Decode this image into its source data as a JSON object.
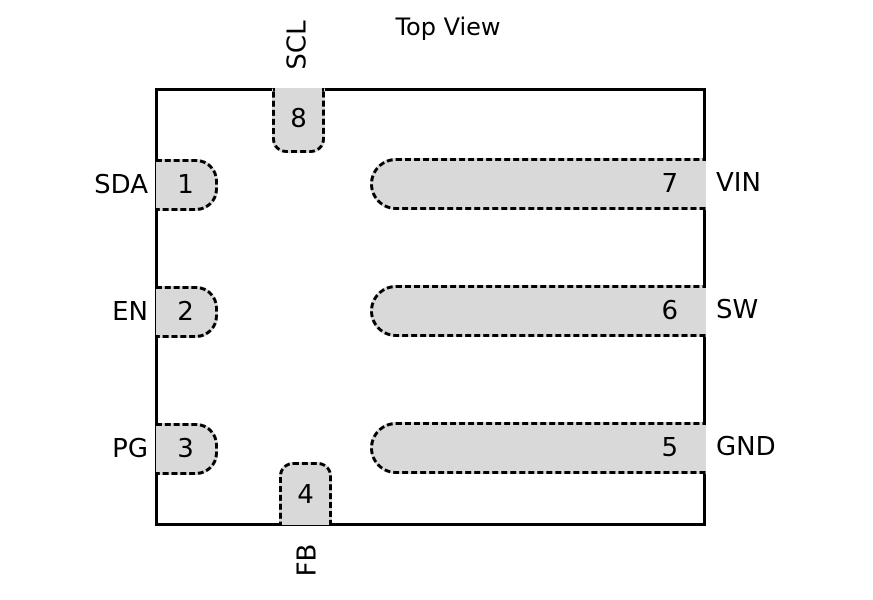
{
  "title": "Top View",
  "pins": {
    "top": [
      {
        "number": "8",
        "label": "SCL"
      }
    ],
    "left": [
      {
        "number": "1",
        "label": "SDA"
      },
      {
        "number": "2",
        "label": "EN"
      },
      {
        "number": "3",
        "label": "PG"
      }
    ],
    "right": [
      {
        "number": "7",
        "label": "VIN"
      },
      {
        "number": "6",
        "label": "SW"
      },
      {
        "number": "5",
        "label": "GND"
      }
    ],
    "bottom": [
      {
        "number": "4",
        "label": "FB"
      }
    ]
  },
  "colors": {
    "pad_fill": "#d9d9d9",
    "outline": "#000000",
    "background": "#ffffff"
  }
}
